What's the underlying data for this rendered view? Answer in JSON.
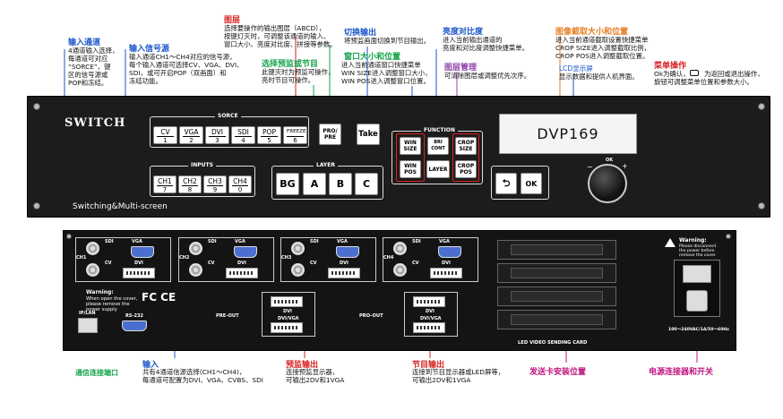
{
  "annotations": {
    "layer": {
      "title": "图层",
      "body": "选择要操作的输出图层（ABCD），\n按键灯灭时，可调整该通道的输入、\n窗口大小、亮度对比度、拼接等参数。"
    },
    "input_channel": {
      "title": "输入通道",
      "body": "4通道输入选择，\n每通道可对应\n“SORCE”，键\n区的信号源或\nPOP和冻结。"
    },
    "input_source": {
      "title": "输入信号源",
      "body": "输入通道CH1～CH4对应的信号源，\n每个输入通道可选择CV、VGA、DVI、\nSDI，或可开启POP（双画面）和\n冻结功能。"
    },
    "preview_program": {
      "title": "选择预监或节目",
      "body": "此键灭时为预监可操作，\n亮时节目可操作。"
    },
    "switch_output": {
      "title": "切换输出",
      "body": "将预监画面切换到节目输出。"
    },
    "window_size": {
      "title": "窗口大小和位置",
      "body": "进入当前通道窗口快捷菜单\nWIN SIZE进入调整窗口大小，\nWIN POS进入调整窗口位置。"
    },
    "brightness": {
      "title": "亮度对比度",
      "body": "进入当前输出通道的\n亮度和对比度调整快捷菜单。"
    },
    "layer_manage": {
      "title": "图层管理",
      "body": "可清除图层或调整优先次序。"
    },
    "crop": {
      "title": "图像截取大小和位置",
      "body": "进入当前通道截取设置快捷菜单\nCROP SIZE进入调整截取比例，\nCROP POS进入调整截取位置。"
    },
    "lcd": {
      "title": "LCD显示屏",
      "body": "显示数据和提供人机界面。"
    },
    "menu": {
      "title": "菜单操作",
      "body": "Ok为确认，       为返回或退出操作，\n旋钮可调整菜单位置和参数大小。"
    },
    "comm_port": {
      "title": "通信连接端口"
    },
    "inputs_rear": {
      "title": "输入",
      "body": "共有4通道信源选择(CH1～CH4)，\n每通道可配置为DVI、VGA、CVBS、SDI"
    },
    "preview_out": {
      "title": "预监输出",
      "body": "连接预监显示器，\n可输出2DV和1VGA"
    },
    "program_out": {
      "title": "节目输出",
      "body": "连接到节目显示器或LED屏等，\n可输出2DV和1VGA"
    },
    "card_slot": {
      "title": "发送卡安装位置"
    },
    "power": {
      "title": "电源连接器和开关"
    }
  },
  "front_panel": {
    "brand": "SWITCH",
    "tagline": "Switching&Multi-screen",
    "source_group": "SORCE",
    "sources": [
      {
        "label": "CV",
        "num": "1"
      },
      {
        "label": "VGA",
        "num": "2"
      },
      {
        "label": "DVI",
        "num": "3"
      },
      {
        "label": "SDI",
        "num": "4"
      },
      {
        "label": "POP",
        "num": "5"
      },
      {
        "label": "FREEZE",
        "num": "6"
      }
    ],
    "inputs_group": "INPUTS",
    "inputs": [
      {
        "label": "CH1",
        "num": "7"
      },
      {
        "label": "CH2",
        "num": "8"
      },
      {
        "label": "CH3",
        "num": "9"
      },
      {
        "label": "CH4",
        "num": "0"
      }
    ],
    "layer_group": "LAYER",
    "layers": [
      "BG",
      "A",
      "B",
      "C"
    ],
    "pro_pre": "PRO/\nPRE",
    "take": "Take",
    "function_group": "FUNCTION",
    "win_size": "WIN\nSIZE",
    "win_pos": "WIN\nPOS",
    "bri_cont": "BRI\nCONT",
    "layer_btn": "LAYER",
    "crop_size": "CROP\nSIZE",
    "crop_pos": "CROP\nPOS",
    "lcd_text": "DVP169",
    "ok": "OK",
    "back_icon": "return-arrow-icon",
    "knob_label": "OK",
    "knob_minus": "−",
    "knob_plus": "+"
  },
  "rear_panel": {
    "channels": [
      "CH1",
      "CH2",
      "CH3",
      "CH4"
    ],
    "sdi": "SDI",
    "vga": "VGA",
    "cv": "CV",
    "dvi": "DVI",
    "warning_title": "Warning:",
    "warning_text": "When open the cover,\nplease remove the\npower supply",
    "ip_lan": "IP/LAN",
    "rs232": "RS-232",
    "pre_out": "PRE-OUT",
    "pro_out": "PRO-OUT",
    "dvi_vga": "DVI/VGA",
    "card_label": "LED VIDEO SENDING CARD",
    "power_warning_title": "Warning:",
    "power_warning_text": "Please disconnect\nthe power before\nremove the cover",
    "power_rating": "100～240VAC/1A/50～60Hz",
    "fc": "FC CE"
  }
}
